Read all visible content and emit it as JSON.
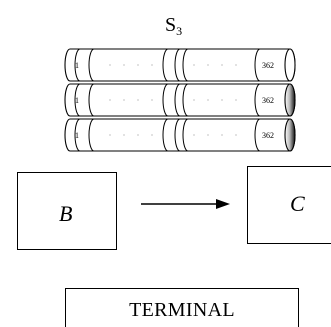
{
  "diagram": {
    "stack_title": {
      "base": "S",
      "subscript": "3"
    },
    "cylinders": [
      {
        "start_label": "1",
        "end_label": "362",
        "end_cap": "open"
      },
      {
        "start_label": "1",
        "end_label": "362",
        "end_cap": "shaded"
      },
      {
        "start_label": "1",
        "end_label": "362",
        "end_cap": "shaded"
      }
    ],
    "boxes": {
      "left_label": "B",
      "right_label": "C"
    },
    "arrow": {
      "from": "B",
      "to": "C"
    },
    "terminal_label": "TERMINAL"
  }
}
